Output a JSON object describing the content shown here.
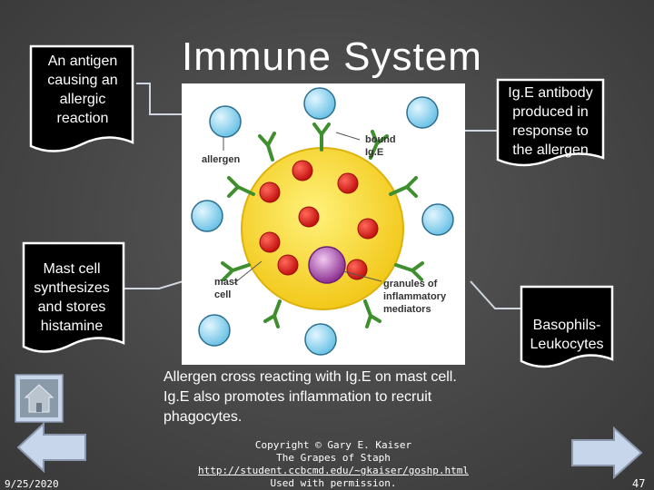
{
  "slide": {
    "title": "Immune System",
    "caption": "Allergen cross reacting with Ig.E on mast cell. Ig.E also promotes inflammation to recruit phagocytes.",
    "date": "9/25/2020",
    "page_number": "47"
  },
  "callouts": {
    "antigen": [
      "An antigen",
      "causing an",
      "allergic",
      "reaction"
    ],
    "ige": [
      "Ig.E antibody",
      "produced in",
      "response to",
      "the allergen"
    ],
    "mast_cell": [
      "Mast cell",
      "synthesizes",
      "and stores",
      "histamine"
    ],
    "basophils": [
      "Basophils-",
      "Leukocytes"
    ]
  },
  "diagram": {
    "labels": {
      "allergen": "allergen",
      "bound1": "bound",
      "bound2": "Ig.E",
      "mast1": "mast",
      "mast2": "cell",
      "gran1": "granules of",
      "gran2": "inflammatory",
      "gran3": "mediators"
    }
  },
  "copyright": {
    "line1": "Copyright © Gary E. Kaiser",
    "line2": "The Grapes of Staph",
    "link": "http://student.ccbcmd.edu/~gkaiser/goshp.html",
    "line4": "Used with permission."
  },
  "nav": {
    "home_icon": "home-icon",
    "back_icon": "back-arrow-icon",
    "forward_icon": "forward-arrow-icon"
  },
  "colors": {
    "background": "#4b4b4b",
    "mast_cell": "#ffe534",
    "granule": "#e01b1b",
    "nucleus": "#a64aa6",
    "allergen": "#8fd4ef",
    "antibody": "#3f8f2f",
    "nav_button": "#c8d6ec"
  }
}
